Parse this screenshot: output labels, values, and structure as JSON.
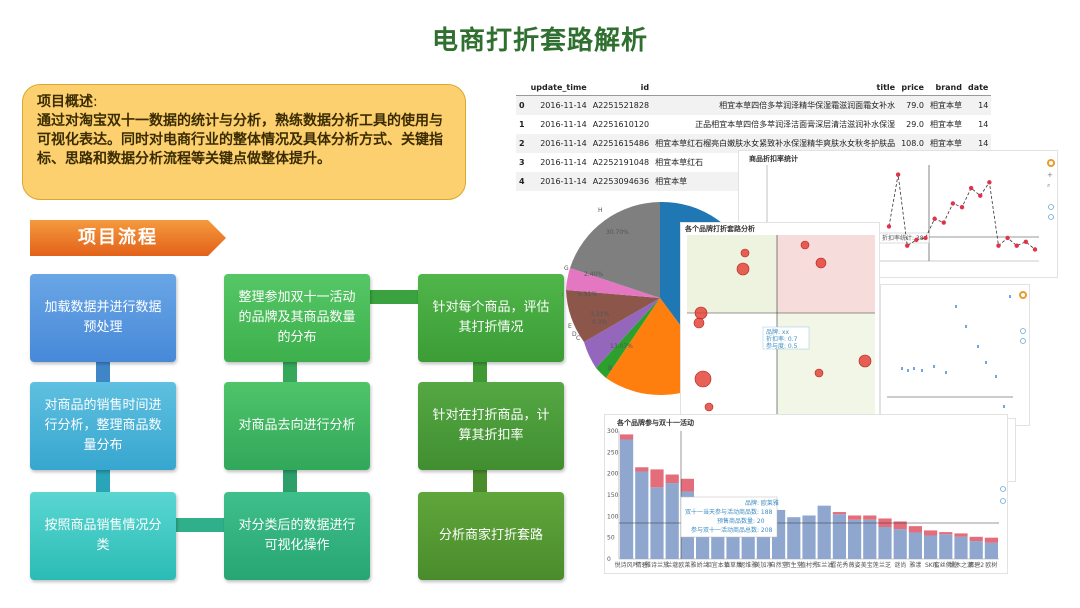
{
  "title": "电商打折套路解析",
  "overview": {
    "head": "项目概述",
    "colon": ":",
    "body": "通过对淘宝双十一数据的统计与分析，熟练数据分析工具的使用与可视化表达。同时对电商行业的整体情况及具体分析方式、关键指标、思路和数据分析流程等关键点做整体提升。"
  },
  "flow_title": "项目流程",
  "flow": [
    {
      "label": "加载数据并进行数据预处理"
    },
    {
      "label": "对商品的销售时间进行分析，整理商品数量分布"
    },
    {
      "label": "按照商品销售情况分类"
    },
    {
      "label": "整理参加双十一活动的品牌及其商品数量的分布"
    },
    {
      "label": "对商品去向进行分析"
    },
    {
      "label": "对分类后的数据进行可视化操作"
    },
    {
      "label": "针对每个商品，评估其打折情况"
    },
    {
      "label": "针对在打折商品，计算其折扣率"
    },
    {
      "label": "分析商家打折套路"
    }
  ],
  "table": {
    "headers": [
      "",
      "update_time",
      "id",
      "title",
      "price",
      "brand",
      "date"
    ],
    "rows": [
      [
        "0",
        "2016-11-14",
        "A2251521828",
        "相宜本草四倍多萃润泽精华保湿霜滋润面霜女补水",
        "79.0",
        "相宜本草",
        "14"
      ],
      [
        "1",
        "2016-11-14",
        "A2251610120",
        "正品相宜本草四倍多萃润泽洁面膏深层清洁滋润补水保湿",
        "29.0",
        "相宜本草",
        "14"
      ],
      [
        "2",
        "2016-11-14",
        "A2251615486",
        "相宜本草红石榴亮白嫩肤水女紧致补水保湿精华爽肤水女秋冬护肤品",
        "108.0",
        "相宜本草",
        "14"
      ],
      [
        "3",
        "2016-11-14",
        "A2252191048",
        "相宜本草红石",
        "",
        "",
        ""
      ],
      [
        "4",
        "2016-11-14",
        "A2253094636",
        "相宜本草",
        "",
        "",
        ""
      ]
    ]
  },
  "pie": {
    "labels": [
      "H",
      "G",
      "F",
      "E",
      "D",
      "C",
      "B"
    ],
    "pct_labels": [
      "30.70%",
      "2.40%",
      "6.91%",
      "3.31%",
      "0.3%",
      "13.07%"
    ]
  },
  "line_chart": {
    "title": "商品折扣率统计",
    "tooltip": "折扣率统计: 38",
    "values": [
      0.68,
      0.95,
      0.58,
      0.61,
      0.62,
      0.72,
      0.7,
      0.8,
      0.78,
      0.88,
      0.84,
      0.91,
      0.58,
      0.62,
      0.58,
      0.6,
      0.56
    ]
  },
  "quadrant": {
    "title": "各个品牌打折套路分析",
    "tooltip_lines": [
      "品牌: xx",
      "折扣率: 0.7",
      "参与度: 0.5"
    ]
  },
  "bar_chart": {
    "title": "各个品牌参与双十一活动",
    "yticks": [
      "300",
      "250",
      "200",
      "150",
      "100",
      "50",
      "0"
    ],
    "tooltip_lines": [
      "品牌: 欧莱雅",
      "双十一当天参与活动商品数: 188",
      "预售商品数量: 20",
      "参与双十一活动商品总数: 208"
    ],
    "base": [
      280,
      205,
      168,
      178,
      158,
      128,
      118,
      108,
      98,
      110,
      115,
      98,
      102,
      125,
      105,
      92,
      92,
      75,
      70,
      62,
      55,
      58,
      52,
      42,
      38
    ],
    "extra": [
      12,
      10,
      42,
      20,
      30,
      0,
      0,
      0,
      0,
      0,
      0,
      0,
      0,
      0,
      5,
      10,
      10,
      20,
      18,
      15,
      12,
      5,
      8,
      10,
      12
    ],
    "categories": [
      "悦诗风吟",
      "倩碧",
      "雅诗兰黛",
      "兰蔻",
      "欧莱雅",
      "娇兰",
      "相宜本草",
      "佰草集",
      "妮维雅",
      "美加净",
      "自然堂",
      "资生堂",
      "植村秀",
      "玉兰油",
      "雪花秀",
      "薇姿",
      "美宝莲",
      "兰芝",
      "谜尚",
      "雅漾",
      "SKII",
      "蜜丝佛陀",
      "悦木之源",
      "倩碧2",
      "欧树"
    ]
  },
  "legend_colors": {
    "bar_base": "#8fa7cf",
    "bar_extra": "#e36d7b",
    "line": "#333333",
    "dot": "#e0334a"
  }
}
